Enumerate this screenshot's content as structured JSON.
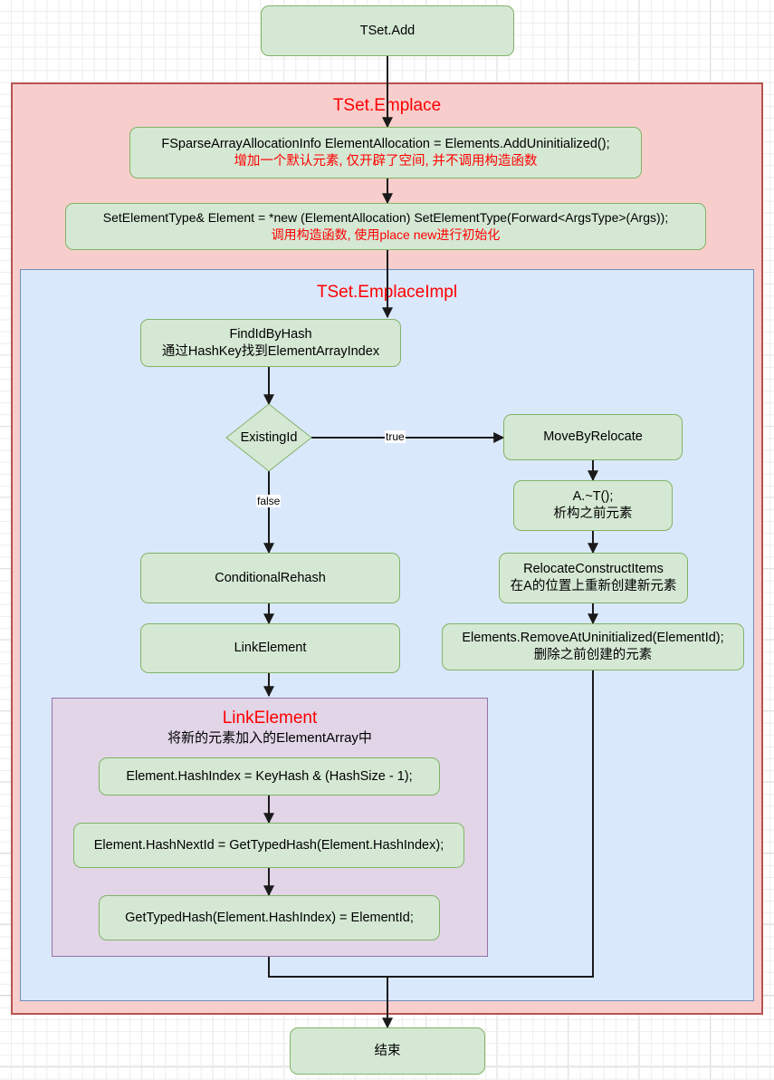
{
  "diagram": {
    "title": "TSet.Add flow",
    "colors": {
      "node_fill": "#d5e8d4",
      "node_stroke": "#82b366",
      "pink_fill": "#f8cecc",
      "pink_stroke": "#b85450",
      "blue_fill": "#dae8fc",
      "blue_stroke": "#6c8ebf",
      "purple_fill": "#e1d5e7",
      "purple_stroke": "#9673a6",
      "accent_red": "#ff0000",
      "edge": "#000000"
    }
  },
  "groups": {
    "emplace": {
      "title": "TSet.Emplace"
    },
    "emplace_impl": {
      "title": "TSet.EmplaceImpl"
    },
    "link_element": {
      "title": "LinkElement",
      "subtitle": "将新的元素加入的ElementArray中"
    }
  },
  "nodes": {
    "start": {
      "label": "TSet.Add"
    },
    "alloc": {
      "line1": "FSparseArrayAllocationInfo ElementAllocation = Elements.AddUninitialized();",
      "line2": "增加一个默认元素, 仅开辟了空间, 并不调用构造函数"
    },
    "placement_new": {
      "line1": "SetElementType& Element = *new (ElementAllocation) SetElementType(Forward<ArgsType>(Args));",
      "line2": "调用构造函数, 使用place new进行初始化"
    },
    "find_id": {
      "line1": "FindIdByHash",
      "line2": "通过HashKey找到ElementArrayIndex"
    },
    "existing_id": {
      "label": "ExistingId"
    },
    "move_by_relocate": {
      "label": "MoveByRelocate"
    },
    "destruct": {
      "line1": "A.~T();",
      "line2": "析构之前元素"
    },
    "relocate_construct": {
      "line1": "RelocateConstructItems",
      "line2": "在A的位置上重新创建新元素"
    },
    "remove_at": {
      "line1": "Elements.RemoveAtUninitialized(ElementId);",
      "line2": "删除之前创建的元素"
    },
    "conditional_rehash": {
      "label": "ConditionalRehash"
    },
    "link_element_call": {
      "label": "LinkElement"
    },
    "hash_index": {
      "label": "Element.HashIndex = KeyHash & (HashSize - 1);"
    },
    "hash_next_id": {
      "label": "Element.HashNextId = GetTypedHash(Element.HashIndex);"
    },
    "set_typed_hash": {
      "label": "GetTypedHash(Element.HashIndex) = ElementId;"
    },
    "end": {
      "label": "结束"
    }
  },
  "edge_labels": {
    "true": "true",
    "false": "false"
  }
}
